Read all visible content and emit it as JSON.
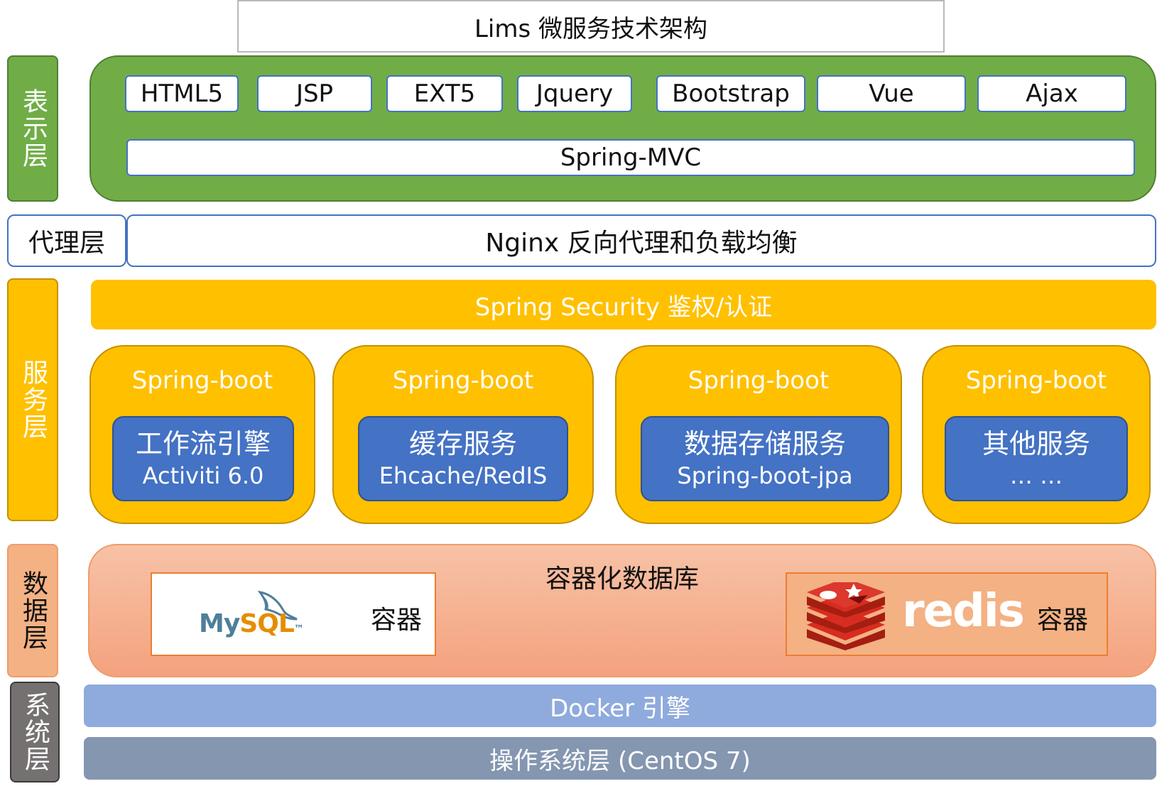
{
  "title": "Lims 微服务技术架构",
  "layers": {
    "presentation": "表示层",
    "proxy": "代理层",
    "service": "服务层",
    "data": "数据层",
    "system": "系统层"
  },
  "presentation": {
    "tech": [
      "HTML5",
      "JSP",
      "EXT5",
      "Jquery",
      "Bootstrap",
      "Vue",
      "Ajax"
    ],
    "framework": "Spring-MVC"
  },
  "proxy": {
    "label": "Nginx 反向代理和负载均衡"
  },
  "service": {
    "security": "Spring Security 鉴权/认证",
    "boots": [
      {
        "label": "Spring-boot",
        "name": "工作流引擎",
        "detail": "Activiti 6.0"
      },
      {
        "label": "Spring-boot",
        "name": "缓存服务",
        "detail": "Ehcache/RedIS"
      },
      {
        "label": "Spring-boot",
        "name": "数据存储服务",
        "detail": "Spring-boot-jpa"
      },
      {
        "label": "Spring-boot",
        "name": "其他服务",
        "detail": "… …"
      }
    ]
  },
  "data": {
    "title": "容器化数据库",
    "mysql": {
      "logo_text": "MySQL",
      "container_label": "容器"
    },
    "redis": {
      "logo_text": "redis",
      "container_label": "容器"
    }
  },
  "system": {
    "docker": "Docker 引擎",
    "os": "操作系统层 (CentOS 7)"
  },
  "colors": {
    "green": "#70ad47",
    "amber": "#ffc000",
    "blue": "#4472c4",
    "salmon": "#f4b183",
    "docker": "#8faadc",
    "os": "#8496b0",
    "side_gray": "#767171"
  }
}
